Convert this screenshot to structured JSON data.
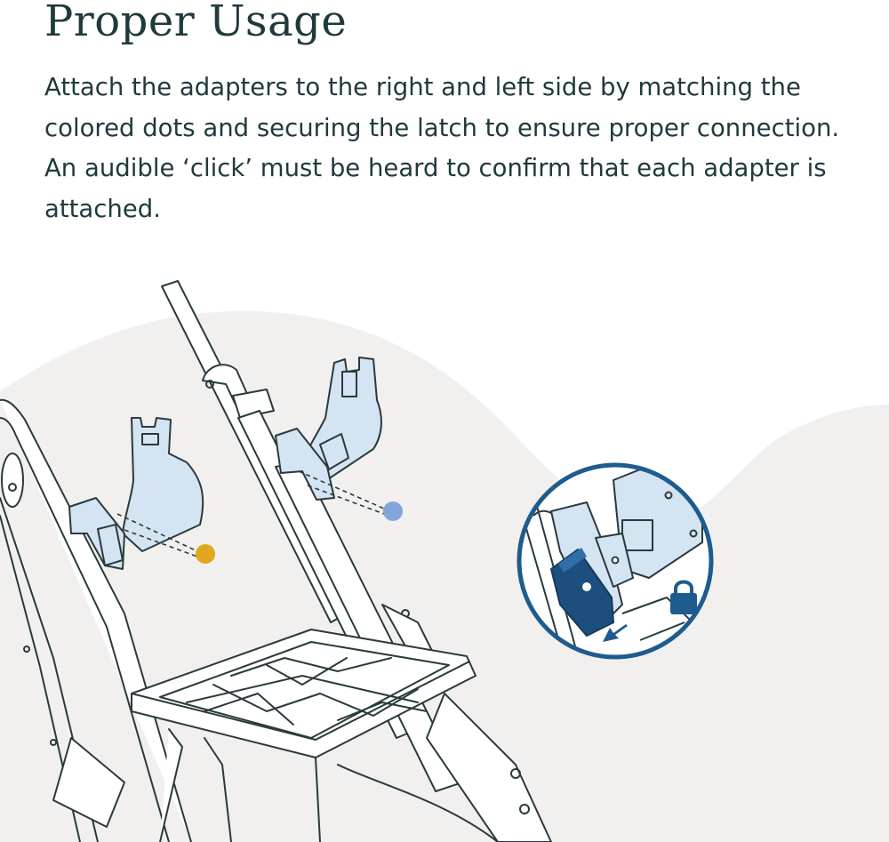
{
  "heading": "Proper Usage",
  "instructions": "Attach the adapters to the right and left side by matching the colored dots and securing the latch to ensure proper connection. An audible ‘click’ must be heard to confirm that each adapter is attached.",
  "colors": {
    "text": "#1f3a3d",
    "background_shape": "#f1f0ee",
    "adapter_fill": "#d5e4f3",
    "line_art": "#2a3a3c",
    "dot_yellow": "#e0a81e",
    "dot_blue": "#84a4dc",
    "callout_ring": "#1e5b8e",
    "latch_dark": "#1c4f7e"
  },
  "icons": [
    "yellow-match-dot",
    "blue-match-dot",
    "lock-icon",
    "release-arrow-icon"
  ]
}
